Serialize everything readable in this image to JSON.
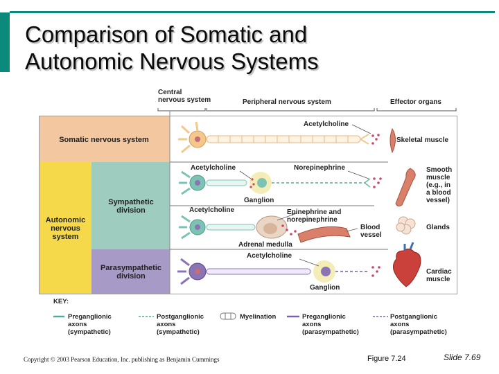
{
  "slide": {
    "title_lines": [
      "Comparison of Somatic and",
      "Autonomic Nervous Systems"
    ],
    "copyright": "Copyright © 2003 Pearson Education, Inc. publishing as Benjamin Cummings",
    "figure": "Figure 7.24",
    "slide_number": "Slide 7.69"
  },
  "colors": {
    "accent_bar": "#0b8a7c",
    "somatic": "#f3c7a0",
    "autonomic": "#f5d94a",
    "sympathetic": "#9ecdbf",
    "parasympathetic": "#a79ac6",
    "neuron_somatic": "#f4c88a",
    "neuron_sympathetic": "#7cc3b4",
    "neuron_parasympathetic": "#8a74b3"
  },
  "diagram": {
    "headers": {
      "cns": [
        "Central",
        "nervous system"
      ],
      "pns": "Peripheral nervous system",
      "effectors": "Effector organs"
    },
    "rows": {
      "somatic": "Somatic nervous system",
      "autonomic": [
        "Autonomic",
        "nervous",
        "system"
      ],
      "sympathetic": [
        "Sympathetic",
        "division"
      ],
      "parasympathetic": [
        "Parasympathetic",
        "division"
      ]
    },
    "labels": {
      "ach_somatic": "Acetylcholine",
      "ach_symp1": "Acetylcholine",
      "norepinephrine": "Norepinephrine",
      "ganglion1": "Ganglion",
      "ach_symp2": "Acetylcholine",
      "epi_line1": "Epinephrine and",
      "epi_line2": "norepinephrine",
      "adrenal": "Adrenal medulla",
      "blood_vessel": [
        "Blood",
        "vessel"
      ],
      "ach_para": "Acetylcholine",
      "ganglion2": "Ganglion"
    },
    "effectors": {
      "skeletal": "Skeletal muscle",
      "smooth": [
        "Smooth",
        "muscle",
        "(e.g., in",
        "a blood",
        "vessel)"
      ],
      "glands": "Glands",
      "cardiac": [
        "Cardiac",
        "muscle"
      ]
    },
    "key": {
      "title": "KEY:",
      "pre_symp": [
        "Preganglionic",
        "axons",
        "(sympathetic)"
      ],
      "post_symp": [
        "Postganglionic",
        "axons",
        "(sympathetic)"
      ],
      "myelination": "Myelination",
      "pre_para": [
        "Preganglionic",
        "axons",
        "(parasympathetic)"
      ],
      "post_para": [
        "Postganglionic",
        "axons",
        "(parasympathetic)"
      ]
    }
  }
}
